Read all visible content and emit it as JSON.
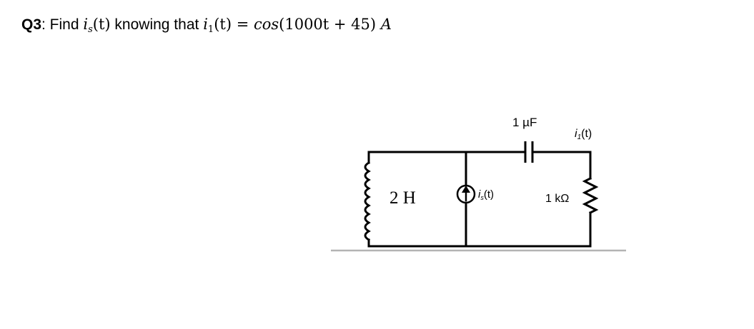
{
  "question": {
    "label": "Q3",
    "text": ": Find ",
    "target_var": "i",
    "target_sub": "s",
    "target_arg": "(t)",
    "mid_text": " knowing that ",
    "given_var": "i",
    "given_sub": "1",
    "given_arg": "(t)",
    "equals": " = ",
    "expression_fn": "cos",
    "expression_arg": "(1000t + 45)",
    "unit": "A"
  },
  "circuit": {
    "capacitor_label": "1 µF",
    "i1_label_var": "i",
    "i1_label_sub": "1",
    "i1_label_arg": "(t)",
    "inductor_label": "2 H",
    "source_label_var": "i",
    "source_label_sub": "s",
    "source_label_arg": "(t)",
    "resistor_label": "1 kΩ"
  }
}
